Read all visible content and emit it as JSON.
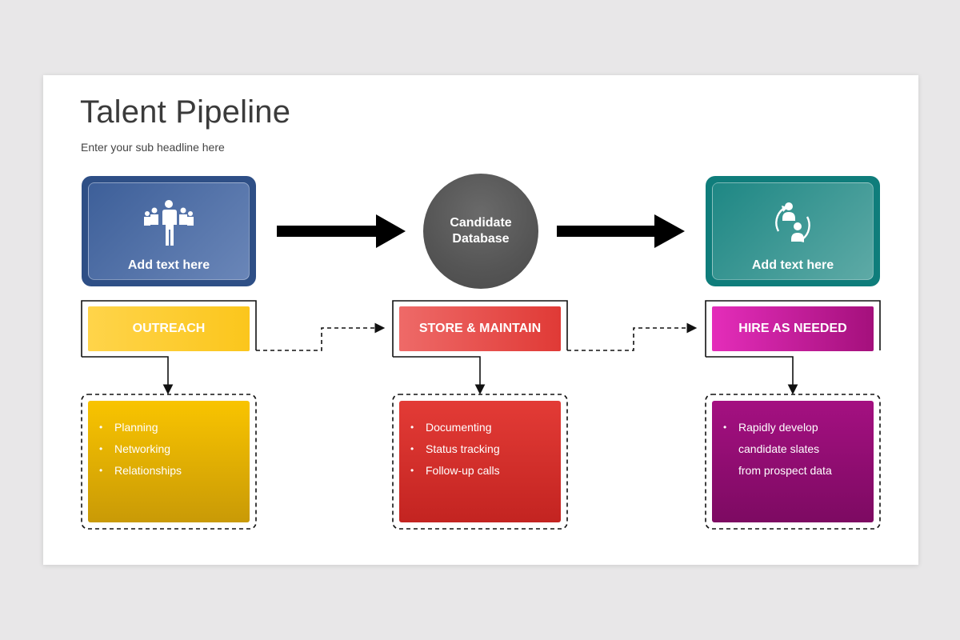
{
  "title": "Talent Pipeline",
  "subtitle": "Enter your sub headline here",
  "top_cards": {
    "left": {
      "label": "Add text here",
      "icon": "team-icon",
      "color": "#2e4f86"
    },
    "center": {
      "label": "Candidate Database",
      "color": "#555555"
    },
    "right": {
      "label": "Add text here",
      "icon": "user-exchange-icon",
      "color": "#0f7d7b"
    }
  },
  "stages": [
    {
      "label": "OUTREACH",
      "color": "#fbc61c",
      "items": [
        "Planning",
        "Networking",
        "Relationships"
      ]
    },
    {
      "label": "STORE & MAINTAIN",
      "color": "#e03a36",
      "items": [
        "Documenting",
        "Status tracking",
        "Follow-up calls"
      ]
    },
    {
      "label": "HIRE AS NEEDED",
      "color": "#a4107c",
      "items": [
        "Rapidly develop",
        "candidate slates",
        "from prospect data"
      ]
    }
  ]
}
